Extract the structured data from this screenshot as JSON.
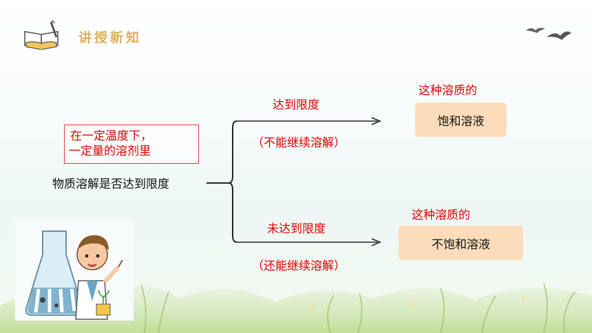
{
  "header": {
    "title": "讲授新知",
    "icon": "open-book-icon"
  },
  "decor": {
    "birds": "birds-icon",
    "grass": "grass-decoration",
    "illustration": "scientist-with-flask-illustration"
  },
  "condition": {
    "line1": "在一定温度下，",
    "line2": "一定量的溶剂里"
  },
  "main_label": "物质溶解是否达到限度",
  "branches": {
    "reach": {
      "label": "达到限度",
      "sub": "（不能继续溶解）"
    },
    "not_reach": {
      "label": "未达到限度",
      "sub": "（还能继续溶解）"
    }
  },
  "results": {
    "saturated": {
      "prefix": "这种溶质的",
      "box": "饱和溶液"
    },
    "unsaturated": {
      "prefix": "这种溶质的",
      "box": "不饱和溶液"
    }
  },
  "colors": {
    "accent_gold": "#d9b15a",
    "emphasis_red": "#e00000",
    "result_box": "#fcdcba"
  }
}
